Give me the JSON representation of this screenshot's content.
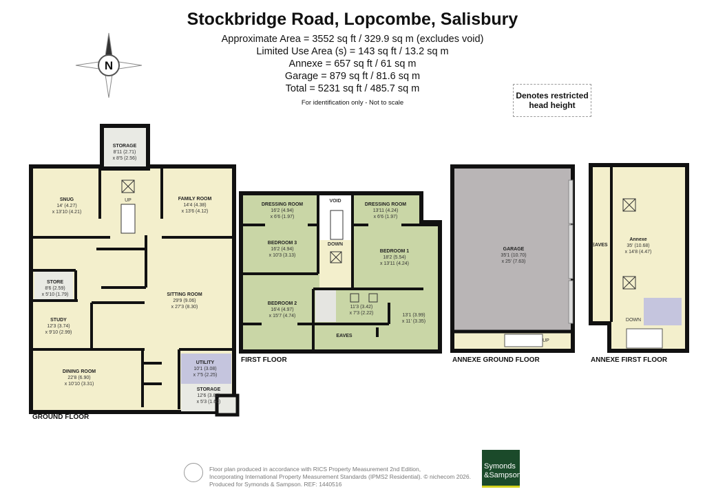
{
  "title": "Stockbridge Road, Lopcombe, Salisbury",
  "areas": [
    "Approximate Area = 3552 sq ft / 329.9 sq m (excludes void)",
    "Limited Use Area (s) = 143 sq ft / 13.2 sq m",
    "Annexe = 657 sq ft / 61 sq m",
    "Garage = 879 sq ft / 81.6 sq m",
    "Total = 5231 sq ft / 485.7 sq m"
  ],
  "note": "For identification only - Not to scale",
  "legend": "Denotes restricted head height",
  "compass": "N",
  "colors": {
    "room": "#f3efcc",
    "first_floor": "#c9d6a6",
    "garage": "#b9b5b6",
    "utility": "#c5c5de",
    "storage": "#e9eae4",
    "wall": "#111111",
    "logo": "#1b4a2a"
  },
  "floors": {
    "ground": {
      "label": "GROUND FLOOR",
      "rooms": [
        {
          "name": "STORAGE",
          "d1": "8'11 (2.71)",
          "d2": "x 8'5 (2.56)"
        },
        {
          "name": "SNUG",
          "d1": "14' (4.27)",
          "d2": "x 13'10 (4.21)"
        },
        {
          "name": "FAMILY ROOM",
          "d1": "14'4 (4.38)",
          "d2": "x 13'6 (4.12)"
        },
        {
          "name": "STORE",
          "d1": "8'6 (2.59)",
          "d2": "x 5'10 (1.79)"
        },
        {
          "name": "SITTING ROOM",
          "d1": "29'9 (9.06)",
          "d2": "x 27'3 (8.30)"
        },
        {
          "name": "STUDY",
          "d1": "12'3 (3.74)",
          "d2": "x 9'10 (2.99)"
        },
        {
          "name": "DINING ROOM",
          "d1": "22'8 (6.90)",
          "d2": "x 10'10 (3.31)"
        },
        {
          "name": "UTILITY",
          "d1": "10'1 (3.08)",
          "d2": "x 7'5 (2.25)"
        },
        {
          "name": "STORAGE",
          "d1": "12'6 (3.80)",
          "d2": "x 5'3 (1.60)"
        }
      ],
      "stairs": "UP"
    },
    "first": {
      "label": "FIRST FLOOR",
      "rooms": [
        {
          "name": "DRESSING ROOM",
          "d1": "16'2 (4.94)",
          "d2": "x 6'6 (1.97)"
        },
        {
          "name": "DRESSING ROOM",
          "d1": "13'11 (4.24)",
          "d2": "x 6'6 (1.97)"
        },
        {
          "name": "BEDROOM 3",
          "d1": "16'2 (4.94)",
          "d2": "x 10'3 (3.13)"
        },
        {
          "name": "BEDROOM 1",
          "d1": "18'2 (5.54)",
          "d2": "x 13'11 (4.24)"
        },
        {
          "name": "BEDROOM 2",
          "d1": "16'4 (4.97)",
          "d2": "x 15'7 (4.74)"
        },
        {
          "name": "",
          "d1": "11'3 (3.42)",
          "d2": "x 7'3 (2.22)"
        },
        {
          "name": "",
          "d1": "13'1 (3.99)",
          "d2": "x 11' (3.35)"
        }
      ],
      "void": "VOID",
      "stairs": "DOWN",
      "eaves": "EAVES"
    },
    "annexe_ground": {
      "label": "ANNEXE GROUND FLOOR",
      "room": {
        "name": "GARAGE",
        "d1": "35'1 (10.70)",
        "d2": "x 25' (7.63)"
      },
      "stairs": "UP"
    },
    "annexe_first": {
      "label": "ANNEXE FIRST FLOOR",
      "room": {
        "name": "Annexe",
        "d1": "35' (10.68)",
        "d2": "x 14'8 (4.47)"
      },
      "eaves": "EAVES",
      "stairs": "DOWN"
    }
  },
  "footer": {
    "lines": [
      "Floor plan produced in accordance with RICS Property Measurement 2nd Edition,",
      "Incorporating International Property Measurement Standards (IPMS2 Residential).   © nichecom 2026.",
      "Produced for Symonds & Sampson.   REF: 1440516"
    ],
    "logo_line1": "Symonds",
    "logo_line2": "&Sampson"
  }
}
